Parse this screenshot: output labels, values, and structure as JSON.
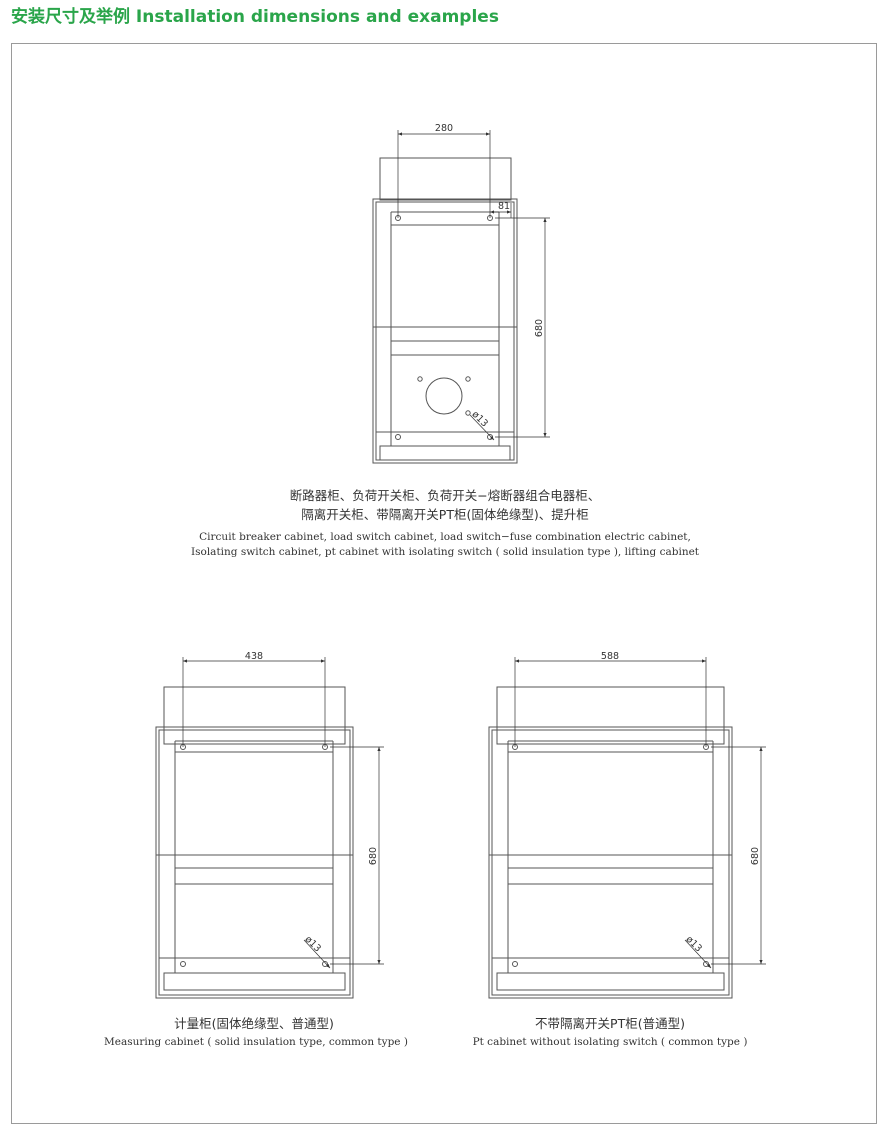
{
  "header": {
    "title": "安装尺寸及举例 Installation dimensions and examples"
  },
  "colors": {
    "header": "#2aa54a",
    "frame": "#9a9a9a",
    "line": "#555555"
  },
  "diagrams": [
    {
      "dims": {
        "width": "280",
        "side": "81",
        "height": "680",
        "hole": "ø13"
      },
      "caption_cn": [
        "断路器柜、负荷开关柜、负荷开关−熔断器组合电器柜、",
        "隔离开关柜、带隔离开关PT柜(固体绝缘型)、提升柜"
      ],
      "caption_en": [
        "Circuit breaker cabinet, load switch cabinet, load switch−fuse combination electric cabinet,",
        "Isolating switch cabinet, pt cabinet with isolating switch ( solid insulation type ), lifting cabinet"
      ]
    },
    {
      "dims": {
        "width": "438",
        "height": "680",
        "hole": "ø13"
      },
      "caption_cn": [
        "计量柜(固体绝缘型、普通型)"
      ],
      "caption_en": [
        "Measuring cabinet ( solid insulation type, common type )"
      ]
    },
    {
      "dims": {
        "width": "588",
        "height": "680",
        "hole": "ø13"
      },
      "caption_cn": [
        "不带隔离开关PT柜(普通型)"
      ],
      "caption_en": [
        "Pt cabinet without isolating switch ( common type )"
      ]
    }
  ]
}
